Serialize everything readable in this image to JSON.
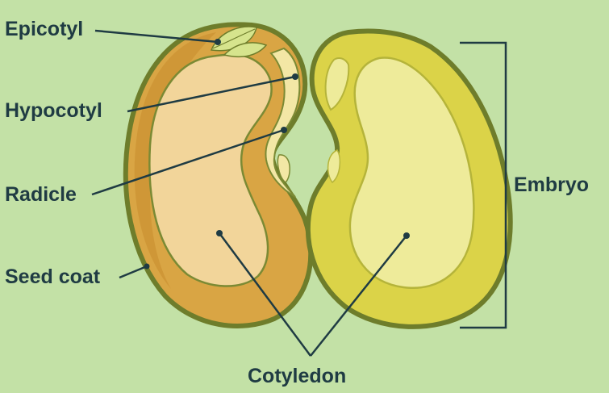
{
  "labels": {
    "epicotyl": "Epicotyl",
    "hypocotyl": "Hypocotyl",
    "radicle": "Radicle",
    "seed_coat": "Seed coat",
    "embryo": "Embryo",
    "cotyledon": "Cotyledon"
  },
  "colors": {
    "background": "#c3e1a6",
    "seed_coat_fill": "#d9a544",
    "seed_outline": "#6e7d2b",
    "left_cotyledon_fill": "#f2d59a",
    "right_half_fill": "#dbd348",
    "right_cotyledon_fill": "#eeeb9a",
    "embryo_axis_fill": "#f3e7a5",
    "epicotyl_leaf": "#d6e48d",
    "label_text": "#1f3b43",
    "leader_line": "#1f3b43"
  }
}
